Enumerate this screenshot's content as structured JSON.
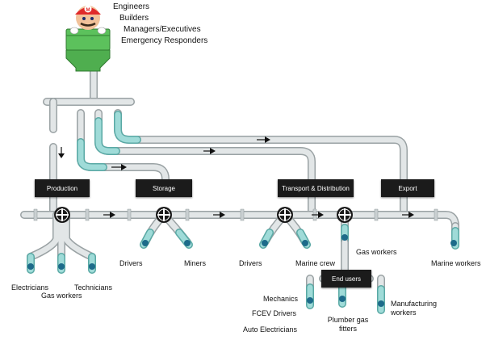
{
  "audience": [
    "Engineers",
    "Builders",
    "Managers/Executives",
    "Emergency Responders"
  ],
  "stages": {
    "production": "Production",
    "storage": "Storage",
    "transport": "Transport & Distribution",
    "export": "Export",
    "end_users": "End users"
  },
  "roles": {
    "production": [
      "Electricians",
      "Gas workers",
      "Technicians"
    ],
    "storage": [
      "Drivers",
      "Miners"
    ],
    "transport": [
      "Drivers",
      "Marine crew"
    ],
    "distribution": [
      "Gas workers"
    ],
    "export": [
      "Marine workers"
    ],
    "end_users": [
      "Mechanics",
      "FCEV Drivers",
      "Auto Electricians",
      "Plumber gas fitters",
      "Manufacturing workers"
    ]
  },
  "colors": {
    "pipe": "#e2e6e7",
    "pipe_edge": "#a9b0b2",
    "pipe_teal": "#9fdbd8",
    "box": "#1b1b1b",
    "hat": "#e02a2a",
    "funnel": "#5cb85c"
  }
}
